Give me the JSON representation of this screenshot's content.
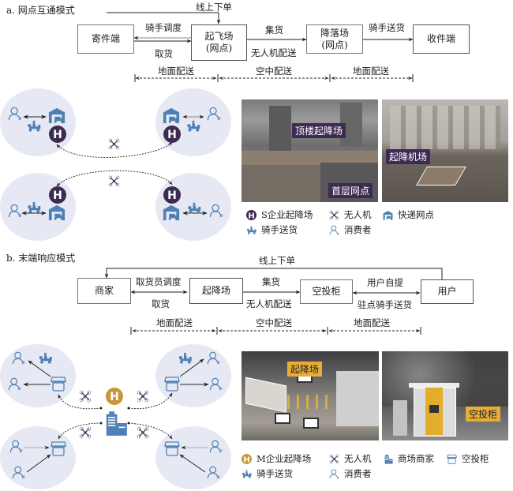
{
  "colors": {
    "hub_purple": "#3e2b52",
    "hub_gold": "#c8973a",
    "icon_blue": "#4f80b5",
    "circle_bg": "#e6e9f3",
    "tag_purple": "#3e2b52",
    "tag_gold": "#e7ae37"
  },
  "section_a": {
    "title": "a. 网点互通模式",
    "flow": {
      "online_order": "线上下单",
      "boxes": {
        "sender": "寄件端",
        "takeoff_line1": "起飞场",
        "takeoff_line2": "(网点)",
        "landing_line1": "降落场",
        "landing_line2": "(网点)",
        "receiver": "收件端"
      },
      "arrows": {
        "rider_dispatch": "骑手调度",
        "pickup": "取货",
        "collect": "集货",
        "drone_delivery": "无人机配送",
        "rider_deliver": "骑手送货"
      },
      "segments": [
        "地面配送",
        "空中配送",
        "地面配送"
      ]
    },
    "photos": {
      "left_tag_top": "顶楼起降场",
      "left_tag_bottom": "首层网点",
      "right_tag": "起降机场"
    },
    "legend": [
      {
        "icon": "hub-h-icon",
        "label": "S企业起降场"
      },
      {
        "icon": "drone-icon",
        "label": "无人机"
      },
      {
        "icon": "depot-icon",
        "label": "快递网点"
      },
      {
        "icon": "rider-icon",
        "label": "骑手送货"
      },
      {
        "icon": "consumer-icon",
        "label": "消费者"
      }
    ]
  },
  "section_b": {
    "title": "b. 末端响应模式",
    "flow": {
      "online_order": "线上下单",
      "boxes": {
        "merchant": "商家",
        "pad": "起降场",
        "locker": "空投柜",
        "user": "用户"
      },
      "arrows": {
        "courier_dispatch": "取货员调度",
        "pickup": "取货",
        "collect": "集货",
        "drone_delivery": "无人机配送",
        "self_pickup": "用户自提",
        "rider_deliver": "驻点骑手送货"
      },
      "segments": [
        "地面配送",
        "空中配送",
        "地面配送"
      ]
    },
    "photos": {
      "left_tag": "起降场",
      "right_tag": "空投柜"
    },
    "legend": [
      {
        "icon": "hub-h-icon",
        "label": "M企业起降场"
      },
      {
        "icon": "drone-icon",
        "label": "无人机"
      },
      {
        "icon": "mall-icon",
        "label": "商场商家"
      },
      {
        "icon": "locker-icon",
        "label": "空投柜"
      },
      {
        "icon": "rider-icon",
        "label": "骑手送货"
      },
      {
        "icon": "consumer-icon",
        "label": "消费者"
      }
    ]
  }
}
